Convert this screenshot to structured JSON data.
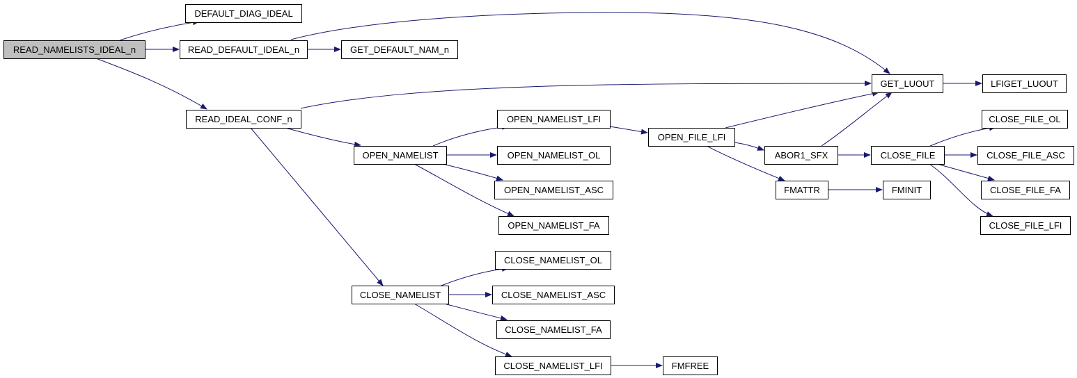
{
  "style": {
    "edge_color": "#191970",
    "root_fill": "#bfbfbf",
    "node_fill": "#ffffff",
    "node_stroke": "#000000"
  },
  "nodes": [
    {
      "id": "read_namelists_ideal_n",
      "label": "READ_NAMELISTS_IDEAL_n",
      "root": true
    },
    {
      "id": "default_diag_ideal",
      "label": "DEFAULT_DIAG_IDEAL"
    },
    {
      "id": "read_default_ideal_n",
      "label": "READ_DEFAULT_IDEAL_n"
    },
    {
      "id": "get_default_nam_n",
      "label": "GET_DEFAULT_NAM_n"
    },
    {
      "id": "read_ideal_conf_n",
      "label": "READ_IDEAL_CONF_n"
    },
    {
      "id": "get_luout",
      "label": "GET_LUOUT"
    },
    {
      "id": "lfiget_luout",
      "label": "LFIGET_LUOUT"
    },
    {
      "id": "open_namelist",
      "label": "OPEN_NAMELIST"
    },
    {
      "id": "open_namelist_lfi",
      "label": "OPEN_NAMELIST_LFI"
    },
    {
      "id": "open_namelist_ol",
      "label": "OPEN_NAMELIST_OL"
    },
    {
      "id": "open_namelist_asc",
      "label": "OPEN_NAMELIST_ASC"
    },
    {
      "id": "open_namelist_fa",
      "label": "OPEN_NAMELIST_FA"
    },
    {
      "id": "open_file_lfi",
      "label": "OPEN_FILE_LFI"
    },
    {
      "id": "abor1_sfx",
      "label": "ABOR1_SFX"
    },
    {
      "id": "fmattr",
      "label": "FMATTR"
    },
    {
      "id": "fminit",
      "label": "FMINIT"
    },
    {
      "id": "close_file",
      "label": "CLOSE_FILE"
    },
    {
      "id": "close_file_ol",
      "label": "CLOSE_FILE_OL"
    },
    {
      "id": "close_file_asc",
      "label": "CLOSE_FILE_ASC"
    },
    {
      "id": "close_file_fa",
      "label": "CLOSE_FILE_FA"
    },
    {
      "id": "close_file_lfi",
      "label": "CLOSE_FILE_LFI"
    },
    {
      "id": "close_namelist",
      "label": "CLOSE_NAMELIST"
    },
    {
      "id": "close_namelist_ol",
      "label": "CLOSE_NAMELIST_OL"
    },
    {
      "id": "close_namelist_asc",
      "label": "CLOSE_NAMELIST_ASC"
    },
    {
      "id": "close_namelist_fa",
      "label": "CLOSE_NAMELIST_FA"
    },
    {
      "id": "close_namelist_lfi",
      "label": "CLOSE_NAMELIST_LFI"
    },
    {
      "id": "fmfree",
      "label": "FMFREE"
    }
  ],
  "edges": [
    {
      "from": "read_namelists_ideal_n",
      "to": "default_diag_ideal"
    },
    {
      "from": "read_namelists_ideal_n",
      "to": "read_default_ideal_n"
    },
    {
      "from": "read_namelists_ideal_n",
      "to": "read_ideal_conf_n"
    },
    {
      "from": "read_default_ideal_n",
      "to": "get_default_nam_n"
    },
    {
      "from": "read_default_ideal_n",
      "to": "get_luout"
    },
    {
      "from": "read_ideal_conf_n",
      "to": "get_luout"
    },
    {
      "from": "read_ideal_conf_n",
      "to": "open_namelist"
    },
    {
      "from": "read_ideal_conf_n",
      "to": "close_namelist"
    },
    {
      "from": "get_luout",
      "to": "lfiget_luout"
    },
    {
      "from": "open_namelist",
      "to": "open_namelist_lfi"
    },
    {
      "from": "open_namelist",
      "to": "open_namelist_ol"
    },
    {
      "from": "open_namelist",
      "to": "open_namelist_asc"
    },
    {
      "from": "open_namelist",
      "to": "open_namelist_fa"
    },
    {
      "from": "open_namelist_lfi",
      "to": "open_file_lfi"
    },
    {
      "from": "open_file_lfi",
      "to": "get_luout"
    },
    {
      "from": "open_file_lfi",
      "to": "abor1_sfx"
    },
    {
      "from": "open_file_lfi",
      "to": "fmattr"
    },
    {
      "from": "abor1_sfx",
      "to": "get_luout"
    },
    {
      "from": "abor1_sfx",
      "to": "close_file"
    },
    {
      "from": "fmattr",
      "to": "fminit"
    },
    {
      "from": "close_file",
      "to": "close_file_ol"
    },
    {
      "from": "close_file",
      "to": "close_file_asc"
    },
    {
      "from": "close_file",
      "to": "close_file_fa"
    },
    {
      "from": "close_file",
      "to": "close_file_lfi"
    },
    {
      "from": "close_namelist",
      "to": "close_namelist_ol"
    },
    {
      "from": "close_namelist",
      "to": "close_namelist_asc"
    },
    {
      "from": "close_namelist",
      "to": "close_namelist_fa"
    },
    {
      "from": "close_namelist",
      "to": "close_namelist_lfi"
    },
    {
      "from": "close_namelist_lfi",
      "to": "fmfree"
    }
  ]
}
